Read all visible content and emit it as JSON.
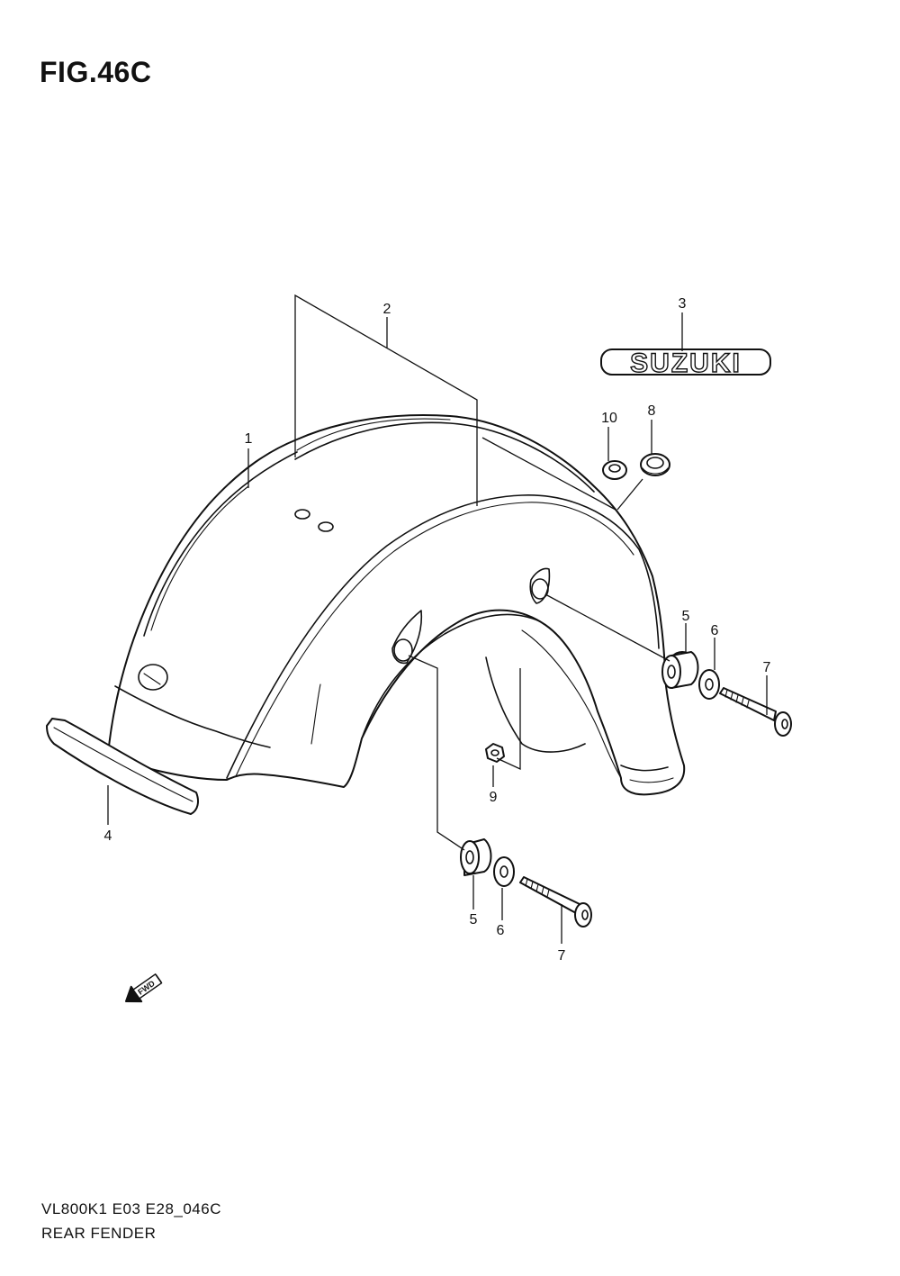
{
  "figure": {
    "title": "FIG.46C",
    "model_code": "VL800K1 E03 E28_046C",
    "section_name": "REAR FENDER"
  },
  "emblem": {
    "text": "SUZUKI"
  },
  "direction_marker": {
    "text": "FWD",
    "icon": "fwd-arrow-icon"
  },
  "callouts": {
    "c1": "1",
    "c2": "2",
    "c3": "3",
    "c4": "4",
    "c5a": "5",
    "c5b": "5",
    "c6a": "6",
    "c6b": "6",
    "c7a": "7",
    "c7b": "7",
    "c8": "8",
    "c9": "9",
    "c10": "10"
  }
}
